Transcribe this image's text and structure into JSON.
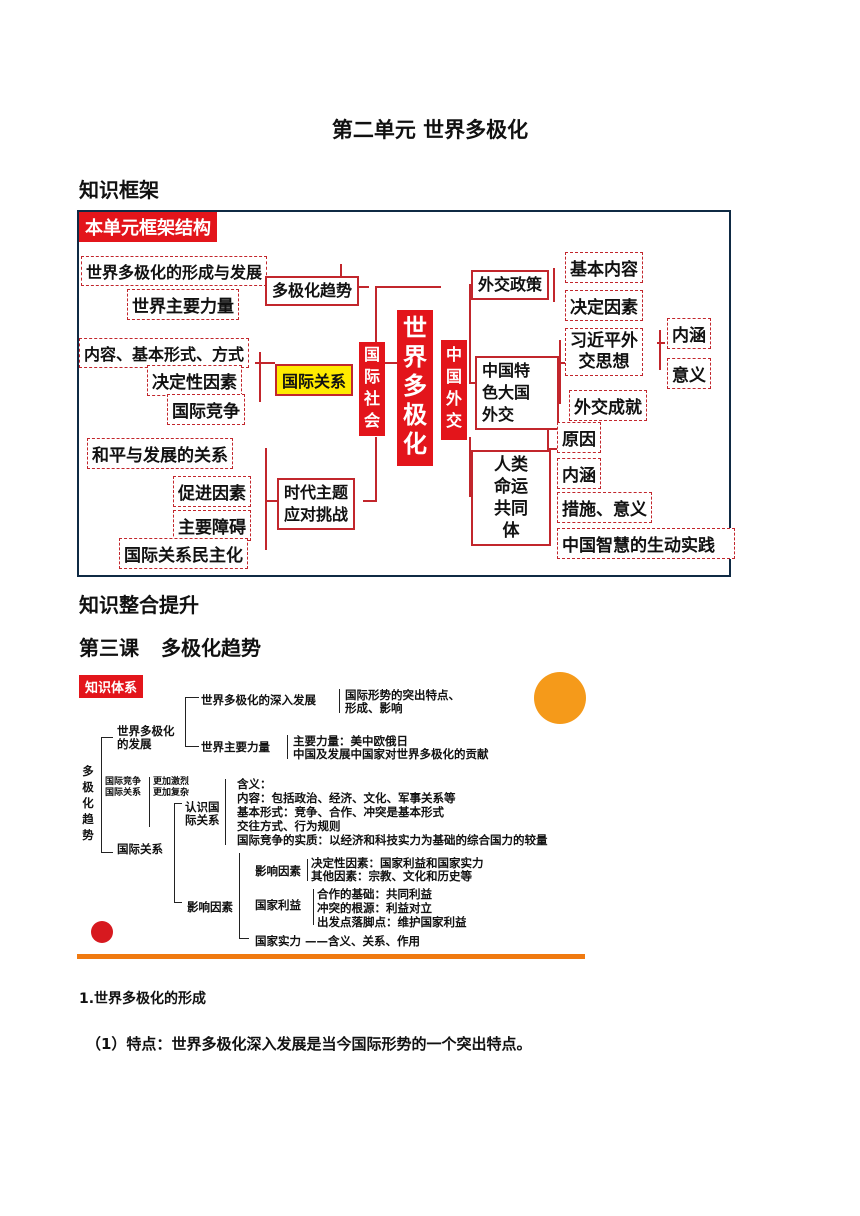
{
  "doc": {
    "title": "第二单元  世界多极化",
    "h_framework": "知识框架",
    "h_integrate": "知识整合提升",
    "h_lesson_num": "第三课",
    "h_lesson_name": "多极化趋势",
    "p1": "1.世界多极化的形成",
    "p2": "（1）特点：世界多极化深入发展是当今国际形势的一个突出特点。"
  },
  "framework": {
    "tag": "本单元框架结构",
    "center": [
      "世",
      "界",
      "多",
      "极",
      "化"
    ],
    "left_group_label": [
      "国",
      "际",
      "社",
      "会"
    ],
    "right_group_label": [
      "中",
      "国",
      "外",
      "交"
    ],
    "trend": "多极化趋势",
    "trend_items": [
      "世界多极化的形成与发展",
      "世界主要力量"
    ],
    "ir": "国际关系",
    "ir_items": [
      "内容、基本形式、方式",
      "决定性因素",
      "国际竞争"
    ],
    "era_line1": "时代主题",
    "era_line2": "应对挑战",
    "era_items": [
      "和平与发展的关系",
      "促进因素",
      "主要障碍",
      "国际关系民主化"
    ],
    "policy": "外交政策",
    "policy_items": [
      "基本内容",
      "决定因素"
    ],
    "cd_lines": [
      "中国特",
      "色大国",
      "外交"
    ],
    "xi_lines": [
      "习近平外",
      "交思想"
    ],
    "xi_items": [
      "内涵",
      "意义"
    ],
    "achieve": "外交成就",
    "community_lines": [
      "人类",
      "命运",
      "共同",
      "体"
    ],
    "community_items": [
      "原因",
      "内涵",
      "措施、意义",
      "中国智慧的生动实践"
    ]
  },
  "system": {
    "tag": "知识体系",
    "root": [
      "多",
      "极",
      "化",
      "趋",
      "势"
    ],
    "b1": [
      "世界多极化",
      "的发展"
    ],
    "b1_deep": "世界多极化的深入发展",
    "b1_deep_items": [
      "国际形势的突出特点、",
      "形成、影响"
    ],
    "b1_power": "世界主要力量",
    "b1_power_items": [
      "主要力量：美中欧俄日",
      "中国及发展中国家对世界多极化的贡献"
    ],
    "mid_left": [
      "国际竞争",
      "国际关系"
    ],
    "mid_right": [
      "更加激烈",
      "更加复杂"
    ],
    "b2": "国际关系",
    "know": [
      "认识国",
      "际关系"
    ],
    "know_items": [
      "含义：",
      "内容：包括政治、经济、文化、军事关系等",
      "基本形式：竞争、合作、冲突是基本形式",
      "交往方式、行为规则",
      "国际竞争的实质：以经济和科技实力为基础的综合国力的较量"
    ],
    "influence": "影响因素",
    "inf_sub": "影响因素",
    "inf_sub_items": [
      "决定性因素：国家利益和国家实力",
      "其他因素：宗教、文化和历史等"
    ],
    "interest": "国家利益",
    "interest_items": [
      "合作的基础：共同利益",
      "冲突的根源：利益对立",
      "出发点落脚点：维护国家利益"
    ],
    "strength": "国家实力 ——含义、关系、作用"
  }
}
